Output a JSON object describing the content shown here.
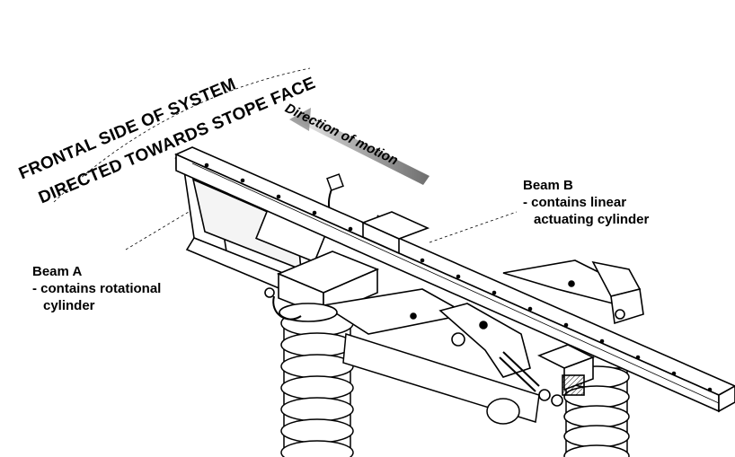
{
  "diagram": {
    "title_lines": [
      "FRONTAL SIDE OF SYSTEM",
      "DIRECTED TOWARDS STOPE FACE"
    ],
    "motion_label": "Direction of motion",
    "beam_a": {
      "name": "Beam A",
      "desc_line1": "- contains rotational",
      "desc_line2": "cylinder"
    },
    "beam_b": {
      "name": "Beam B",
      "desc_line1": "- contains linear",
      "desc_line2": "actuating cylinder"
    },
    "colors": {
      "ink": "#000000",
      "arrow": "#8a8a8a",
      "background": "#ffffff"
    }
  }
}
